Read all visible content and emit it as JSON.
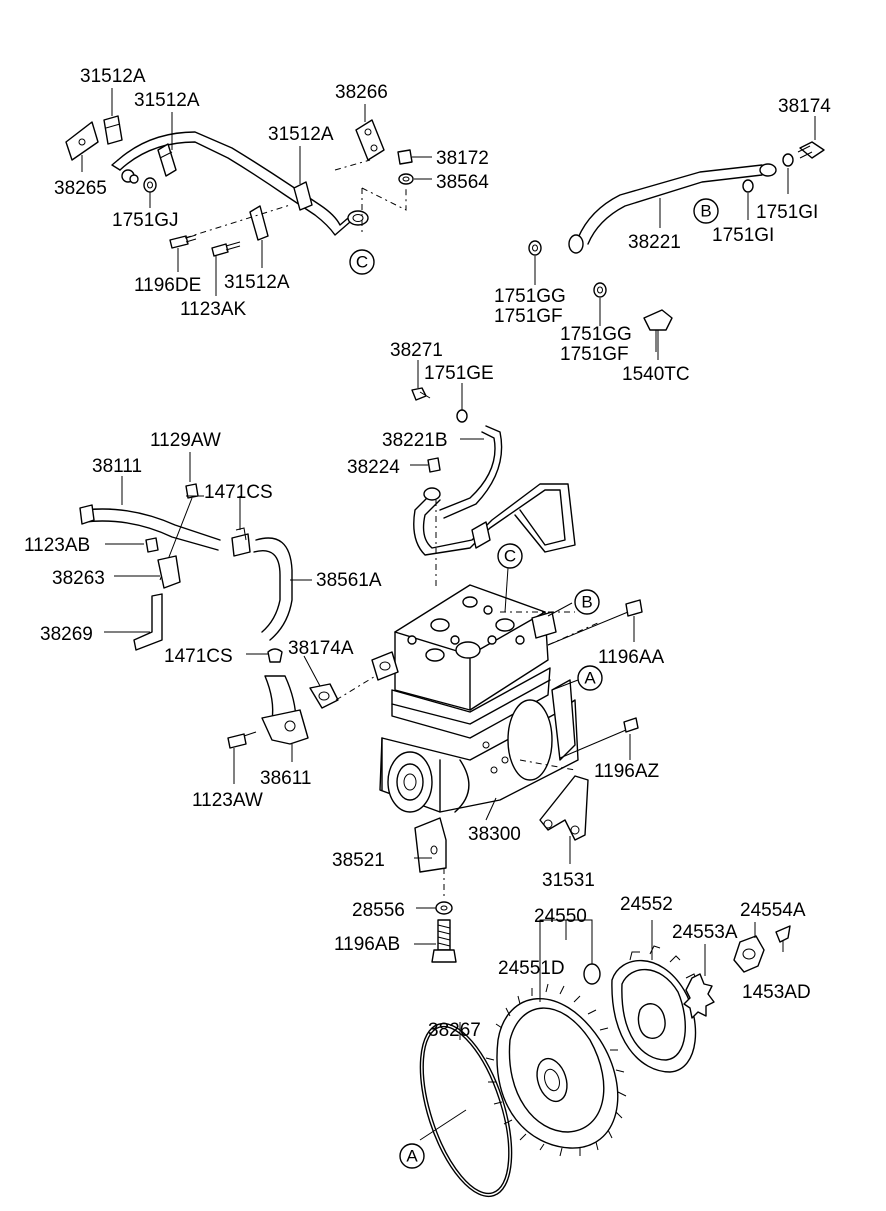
{
  "labels": {
    "l_31512A_1": "31512A",
    "l_31512A_2": "31512A",
    "l_31512A_3": "31512A",
    "l_31512A_4": "31512A",
    "l_38266": "38266",
    "l_38172": "38172",
    "l_38564": "38564",
    "l_38265": "38265",
    "l_1751GJ": "1751GJ",
    "l_1196DE": "1196DE",
    "l_1123AK": "1123AK",
    "l_38174": "38174",
    "l_1751GI_1": "1751GI",
    "l_1751GI_2": "1751GI",
    "l_38221": "38221",
    "l_1751GG_1": "1751GG",
    "l_1751GF_1": "1751GF",
    "l_1751GG_2": "1751GG",
    "l_1751GF_2": "1751GF",
    "l_1540TC": "1540TC",
    "l_38271": "38271",
    "l_1751GE": "1751GE",
    "l_38221B": "38221B",
    "l_38224": "38224",
    "l_1129AW": "1129AW",
    "l_38111": "38111",
    "l_1471CS_1": "1471CS",
    "l_1123AB": "1123AB",
    "l_38263": "38263",
    "l_38561A": "38561A",
    "l_38269": "38269",
    "l_1471CS_2": "1471CS",
    "l_38174A": "38174A",
    "l_1196AA": "1196AA",
    "l_1196AZ": "1196AZ",
    "l_38611": "38611",
    "l_1123AW": "1123AW",
    "l_38300": "38300",
    "l_38521": "38521",
    "l_31531": "31531",
    "l_28556": "28556",
    "l_1196AB": "1196AB",
    "l_24550": "24550",
    "l_24552": "24552",
    "l_24554A": "24554A",
    "l_24553A": "24553A",
    "l_24551D": "24551D",
    "l_1453AD": "1453AD",
    "l_38267": "38267"
  },
  "refs": {
    "ref_C_top": "C",
    "ref_B_top": "B",
    "ref_C_body": "C",
    "ref_B_body": "B",
    "ref_A_body": "A",
    "ref_A_bottom": "A"
  }
}
